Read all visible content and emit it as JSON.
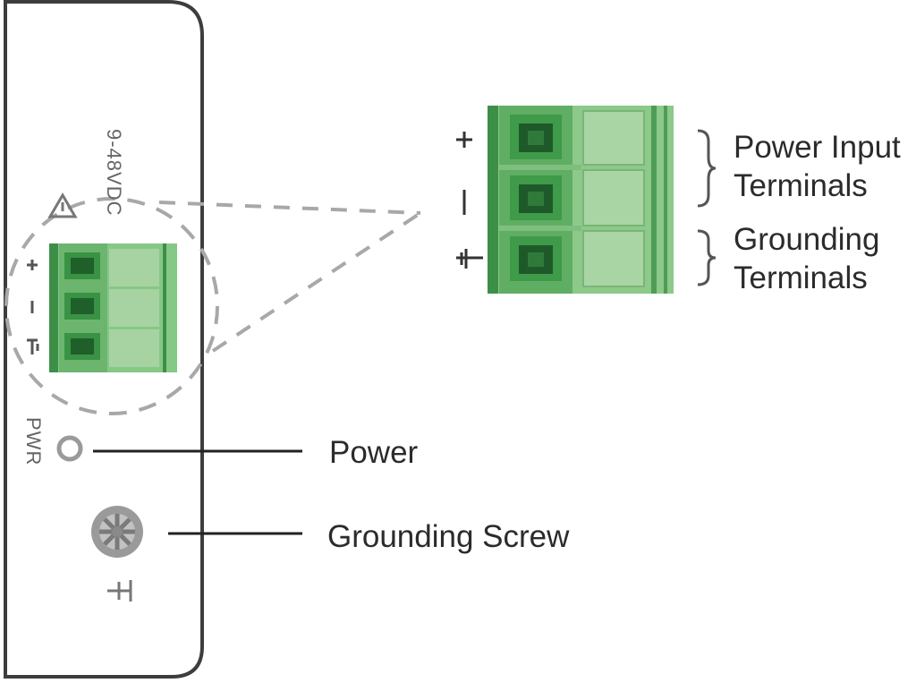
{
  "diagram": {
    "panel": {
      "voltage_label": "9-48VDC",
      "pwr_label": "PWR",
      "terminal_signs": [
        "+",
        "-",
        "ground"
      ]
    },
    "zoom": {
      "terminal_signs": [
        "+",
        "-",
        "ground"
      ]
    },
    "callouts": {
      "power_input": [
        "Power Input",
        "Terminals"
      ],
      "grounding_terminals": [
        "Grounding",
        "Terminals"
      ],
      "power": "Power",
      "grounding_screw": "Grounding Screw"
    },
    "colors": {
      "terminal_green": "#7cc47c",
      "terminal_dark": "#2f7f3a",
      "outline": "#444444",
      "dashes": "#a8a8a8"
    },
    "icons": [
      "ground-symbol-icon",
      "power-led-icon",
      "grounding-screw-icon",
      "brace-icon"
    ]
  }
}
